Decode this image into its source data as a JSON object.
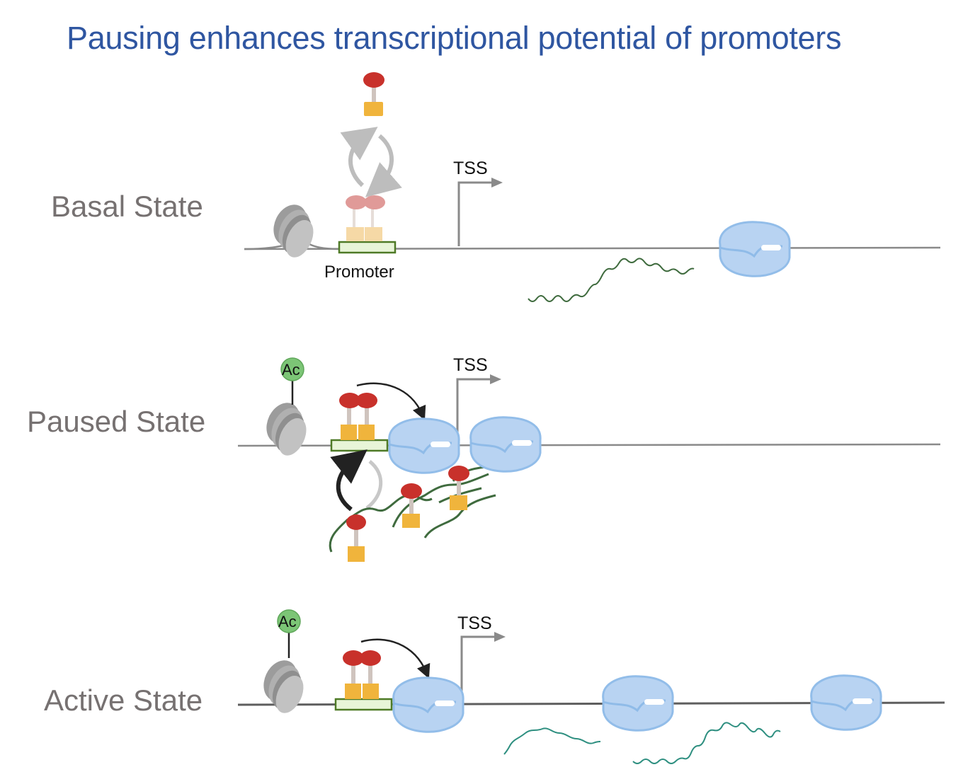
{
  "title": "Pausing enhances transcriptional potential of promoters",
  "states": [
    {
      "label": "Basal State",
      "tss_label": "TSS",
      "promoter_label": "Promoter",
      "acetylated": false,
      "polymerases": 1
    },
    {
      "label": "Paused State",
      "tss_label": "TSS",
      "acetylated": true,
      "acetyl_label": "Ac",
      "polymerases": 2
    },
    {
      "label": "Active State",
      "tss_label": "TSS",
      "acetylated": true,
      "acetyl_label": "Ac",
      "polymerases": 3
    }
  ],
  "colors": {
    "title": "#2f56a1",
    "label": "#767171",
    "factor_head": "#c8312b",
    "factor_head_faded": "#e09a98",
    "factor_base": "#f0b43c",
    "factor_base_faded": "#f6d9a6",
    "promoter_fill": "#e8f5d8",
    "promoter_stroke": "#4e7a26",
    "polymerase": "#b8d3f2",
    "rna_dark": "#3f6b3e",
    "rna_teal": "#2e8f80",
    "acetyl": "#7cc576"
  }
}
